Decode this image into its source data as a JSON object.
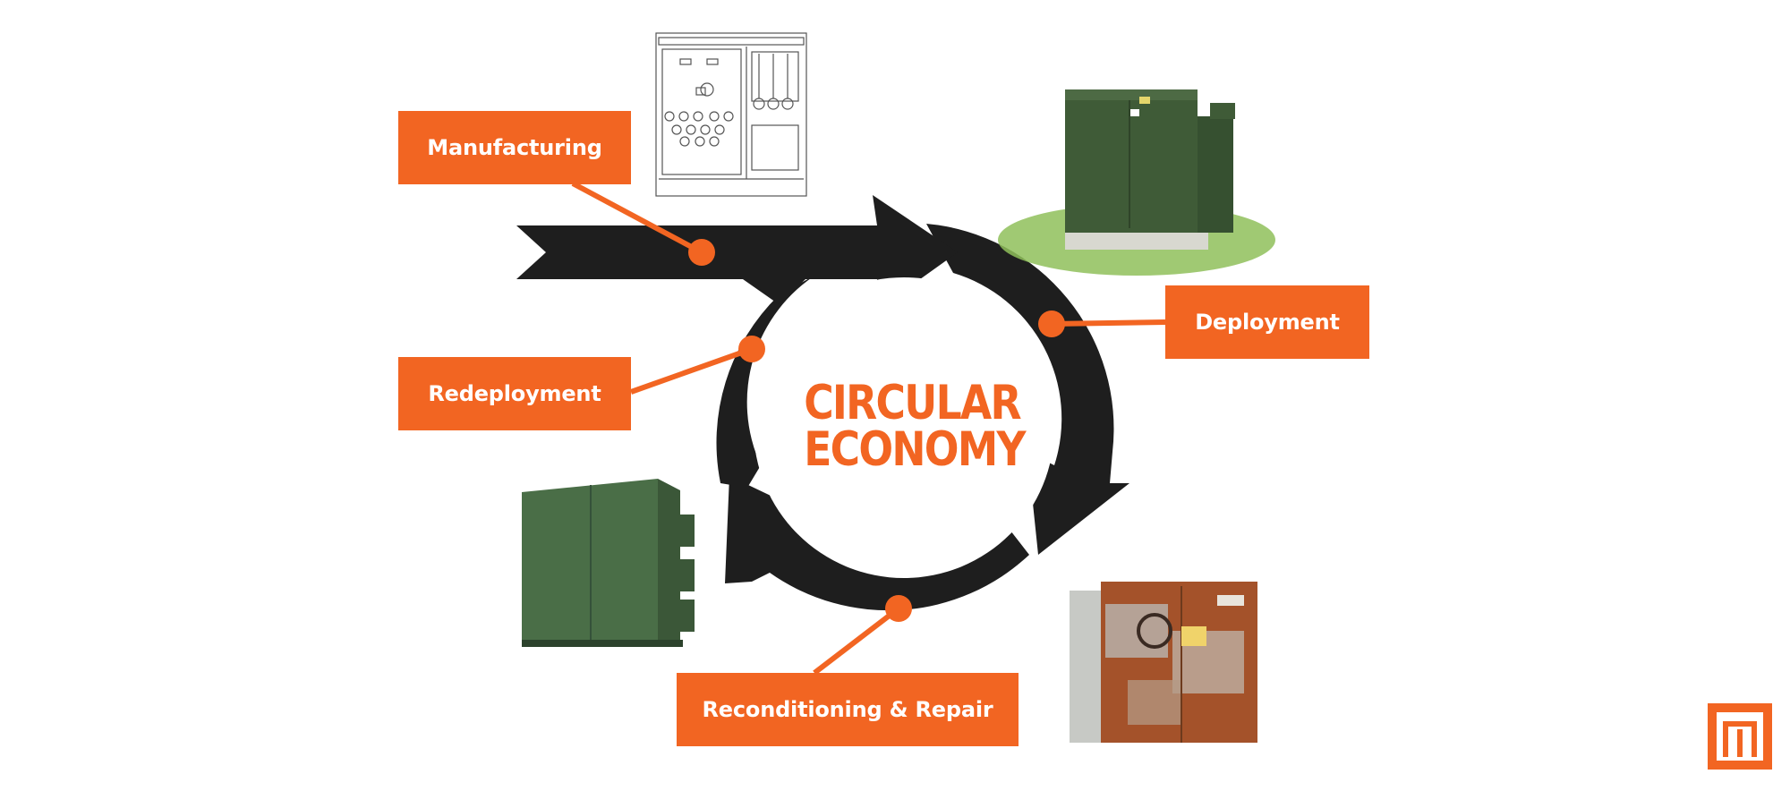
{
  "colors": {
    "accent": "#f26522",
    "arrow": "#1e1e1e",
    "cabinet_green": "#4f6b46",
    "rust": "#a0522d",
    "grass": "#7cb342"
  },
  "center": {
    "line1": "CIRCULAR",
    "line2": "ECONOMY"
  },
  "stages": {
    "manufacturing": "Manufacturing",
    "deployment": "Deployment",
    "redeployment": "Redeployment",
    "reconditioning": "Reconditioning & Repair"
  },
  "images": {
    "schematic": "transformer-schematic-drawing",
    "new_unit": "green-pad-mounted-transformer-on-grass",
    "redeployed_unit": "green-pad-mounted-transformer",
    "rusty_unit": "rusty-pad-mounted-transformer"
  },
  "logo": "brand-logo-icon"
}
